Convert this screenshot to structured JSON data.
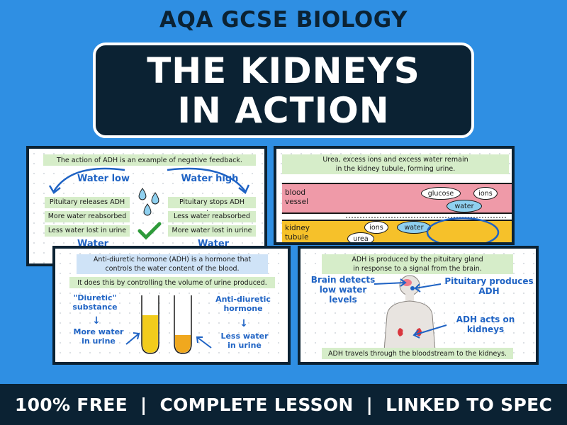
{
  "header": {
    "subtitle": "AQA GCSE BIOLOGY",
    "title_line1": "THE KIDNEYS",
    "title_line2": "IN ACTION"
  },
  "slide1": {
    "banner": "The action of ADH is an example of negative feedback.",
    "left_heading": "Water low",
    "right_heading": "Water high",
    "left_boxes": [
      "Pituitary releases ADH",
      "More water reabsorbed",
      "Less water lost in urine"
    ],
    "right_boxes": [
      "Pituitary stops ADH release",
      "Less water reabsorbed",
      "More water lost in urine"
    ],
    "left_bottom": "Water balanced",
    "right_bottom": "Water balanced"
  },
  "slide2": {
    "banner_line1": "Urea, excess ions and excess water remain",
    "banner_line2": "in the kidney tubule, forming urine.",
    "blood_label_line1": "blood",
    "blood_label_line2": "vessel",
    "tubule_label_line1": "kidney",
    "tubule_label_line2": "tubule",
    "blood_ovals": [
      "glucose",
      "ions",
      "water"
    ],
    "tubule_ovals": [
      "ions",
      "water",
      "urea"
    ]
  },
  "slide3": {
    "banner_line1": "Anti-diuretic hormone (ADH) is a hormone that",
    "banner_line2": "controls the water content of the blood.",
    "banner2": "It does this by controlling the volume of urine produced.",
    "diuretic_line1": "\"Diuretic\"",
    "diuretic_line2": "substance",
    "more_water_line1": "More water",
    "more_water_line2": "in urine",
    "anti_line1": "Anti-diuretic",
    "anti_line2": "hormone",
    "less_water_line1": "Less water",
    "less_water_line2": "in urine"
  },
  "slide4": {
    "banner_line1": "ADH is produced by the pituitary gland",
    "banner_line2": "in response to a signal from the brain.",
    "brain_line1": "Brain detects",
    "brain_line2": "low water",
    "brain_line3": "levels",
    "pituitary_line1": "Pituitary produces",
    "pituitary_line2": "ADH",
    "adh_line1": "ADH acts on",
    "adh_line2": "kidneys",
    "bottom_banner": "ADH travels through the bloodstream to the kidneys."
  },
  "footer": {
    "text": "100% FREE  |  COMPLETE LESSON  |  LINKED TO SPEC"
  },
  "colors": {
    "background": "#2f8fe3",
    "navy": "#0b2233",
    "hand_blue": "#1f63c4",
    "green_box": "#d6edc9",
    "blood_pink": "#ef9aa8",
    "tubule_yellow": "#f6c12a",
    "urine_yellow": "#f2cc1c",
    "urine_orange": "#f0a81e"
  },
  "icons": [
    "water-drop-icon",
    "checkmark-icon",
    "test-tube-icon",
    "body-silhouette-icon",
    "kidney-icon",
    "brain-icon"
  ]
}
